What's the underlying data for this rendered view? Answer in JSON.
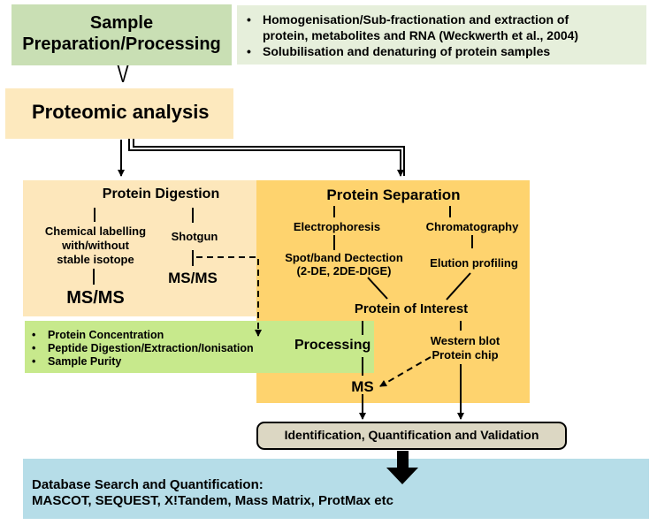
{
  "colors": {
    "sample_prep_fill": "#c9dfb4",
    "top_bullets_fill": "#e6efdb",
    "proteomic_fill": "#fde9be",
    "digestion_fill": "#fde7bb",
    "separation_fill": "#fed36e",
    "processing_fill": "#c7e98c",
    "identification_fill": "#dcd7c3",
    "database_fill": "#b6dde8"
  },
  "sample_prep": {
    "title_line1": "Sample",
    "title_line2": "Preparation/Processing"
  },
  "top_bullets": [
    {
      "line1": "Homogenisation/Sub-fractionation and extraction of",
      "line2": "protein, metabolites and RNA (Weckwerth et al., 2004)"
    },
    {
      "line1": "Solubilisation and denaturing of protein samples",
      "line2": ""
    }
  ],
  "split_glyph": "V",
  "proteomic": {
    "title": "Proteomic analysis"
  },
  "digestion": {
    "title": "Protein Digestion",
    "chem_line1": "Chemical labelling",
    "chem_line2": "with/without",
    "chem_line3": "stable isotope",
    "shotgun": "Shotgun",
    "msms_left": "MS/MS",
    "msms_right": "MS/MS"
  },
  "separation": {
    "title": "Protein Separation",
    "electrophoresis": "Electrophoresis",
    "chromatography": "Chromatography",
    "spot_line1": "Spot/band Dectection",
    "spot_line2": "(2-DE, 2DE-DIGE)",
    "elution": "Elution profiling",
    "interest": "Protein of Interest",
    "western": "Western blot",
    "chip": "Protein chip",
    "ms": "MS"
  },
  "processing": {
    "label": "Processing",
    "bullets": [
      "Protein Concentration",
      "Peptide Digestion/Extraction/Ionisation",
      "Sample Purity"
    ]
  },
  "identification": {
    "label": "Identification, Quantification and Validation"
  },
  "database": {
    "line1": "Database Search and Quantification:",
    "line2": "MASCOT, SEQUEST, X!Tandem, Mass Matrix, ProtMax etc"
  }
}
